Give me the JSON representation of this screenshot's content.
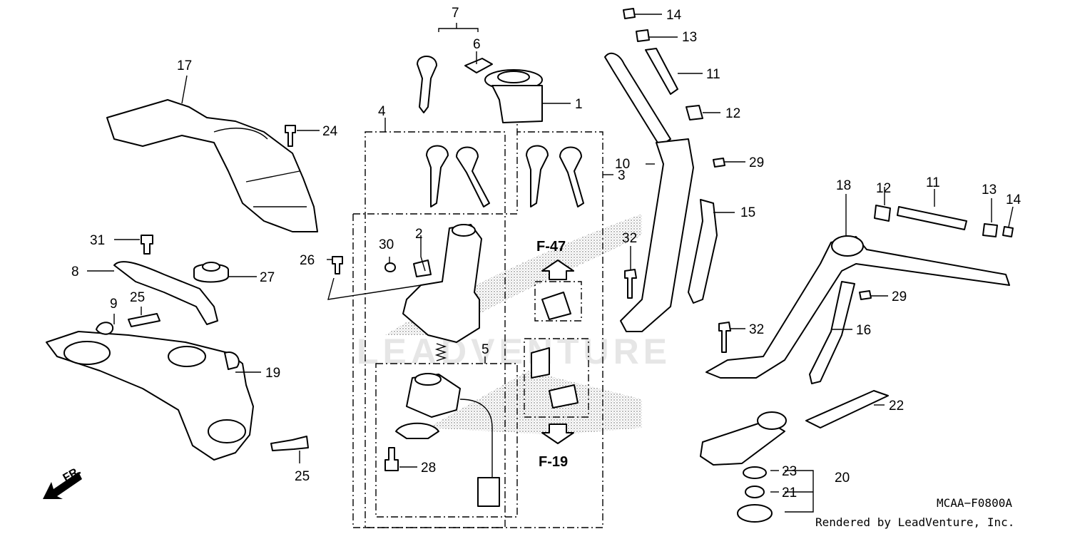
{
  "diagram": {
    "code": "MCAA−F0800A",
    "credit": "Rendered by LeadVenture, Inc.",
    "watermark": "LEADVENTURE",
    "direction_label": "FR.",
    "ref_up": "F-47",
    "ref_down": "F-19",
    "callouts": [
      "1",
      "2",
      "3",
      "4",
      "5",
      "6",
      "7",
      "8",
      "9",
      "10",
      "11",
      "11",
      "12",
      "12",
      "13",
      "13",
      "14",
      "14",
      "15",
      "16",
      "17",
      "18",
      "19",
      "20",
      "21",
      "22",
      "23",
      "24",
      "25",
      "25",
      "26",
      "27",
      "28",
      "29",
      "29",
      "30",
      "31",
      "32",
      "32"
    ]
  }
}
